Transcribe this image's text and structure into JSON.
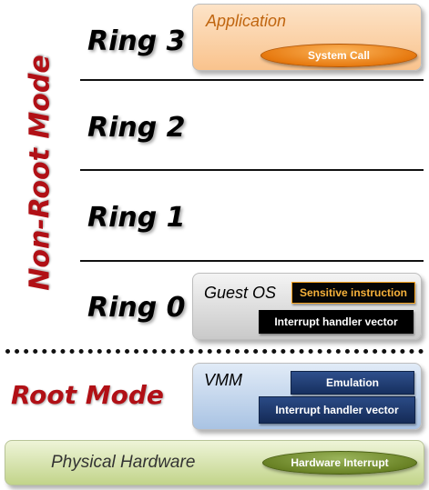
{
  "modes": {
    "non_root": "Non-Root Mode",
    "root": "Root Mode"
  },
  "rings": {
    "ring3": "Ring 3",
    "ring2": "Ring 2",
    "ring1": "Ring 1",
    "ring0": "Ring 0"
  },
  "application": {
    "title": "Application",
    "system_call": "System Call"
  },
  "guest_os": {
    "title": "Guest OS",
    "sensitive_instruction": "Sensitive instruction",
    "interrupt_handler_vector": "Interrupt handler vector"
  },
  "vmm": {
    "title": "VMM",
    "emulation": "Emulation",
    "interrupt_handler_vector": "Interrupt handler vector"
  },
  "hardware": {
    "title": "Physical Hardware",
    "hardware_interrupt": "Hardware Interrupt"
  },
  "colors": {
    "mode_label": "#b11016",
    "application_box": "#f9c38d",
    "guest_os_box": "#c9c9c9",
    "vmm_box": "#a9c3e3",
    "hardware_box": "#c2d48a",
    "system_call_pill": "#e77a10",
    "hardware_interrupt_pill": "#6a8326",
    "sensitive_text": "#f7b23b",
    "vmm_rects": "#17305f"
  }
}
